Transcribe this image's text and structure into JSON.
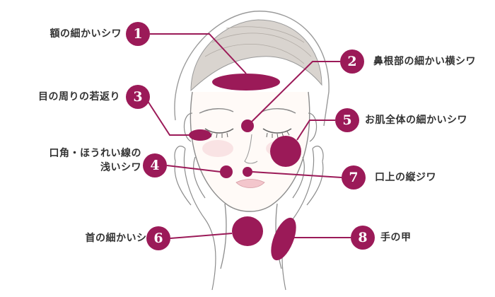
{
  "accent_color": "#9b1a58",
  "callouts": [
    {
      "number": "1",
      "label": "額の細かいシワ"
    },
    {
      "number": "2",
      "label": "鼻根部の細かい横シワ"
    },
    {
      "number": "3",
      "label": "目の周りの若返り"
    },
    {
      "number": "4",
      "label_line1": "口角・ほうれい線の",
      "label_line2": "浅いシワ"
    },
    {
      "number": "5",
      "label": "お肌全体の細かいシワ"
    },
    {
      "number": "6",
      "label": "首の細かいシワ"
    },
    {
      "number": "7",
      "label": "口上の縦ジワ"
    },
    {
      "number": "8",
      "label": "手の甲"
    }
  ]
}
